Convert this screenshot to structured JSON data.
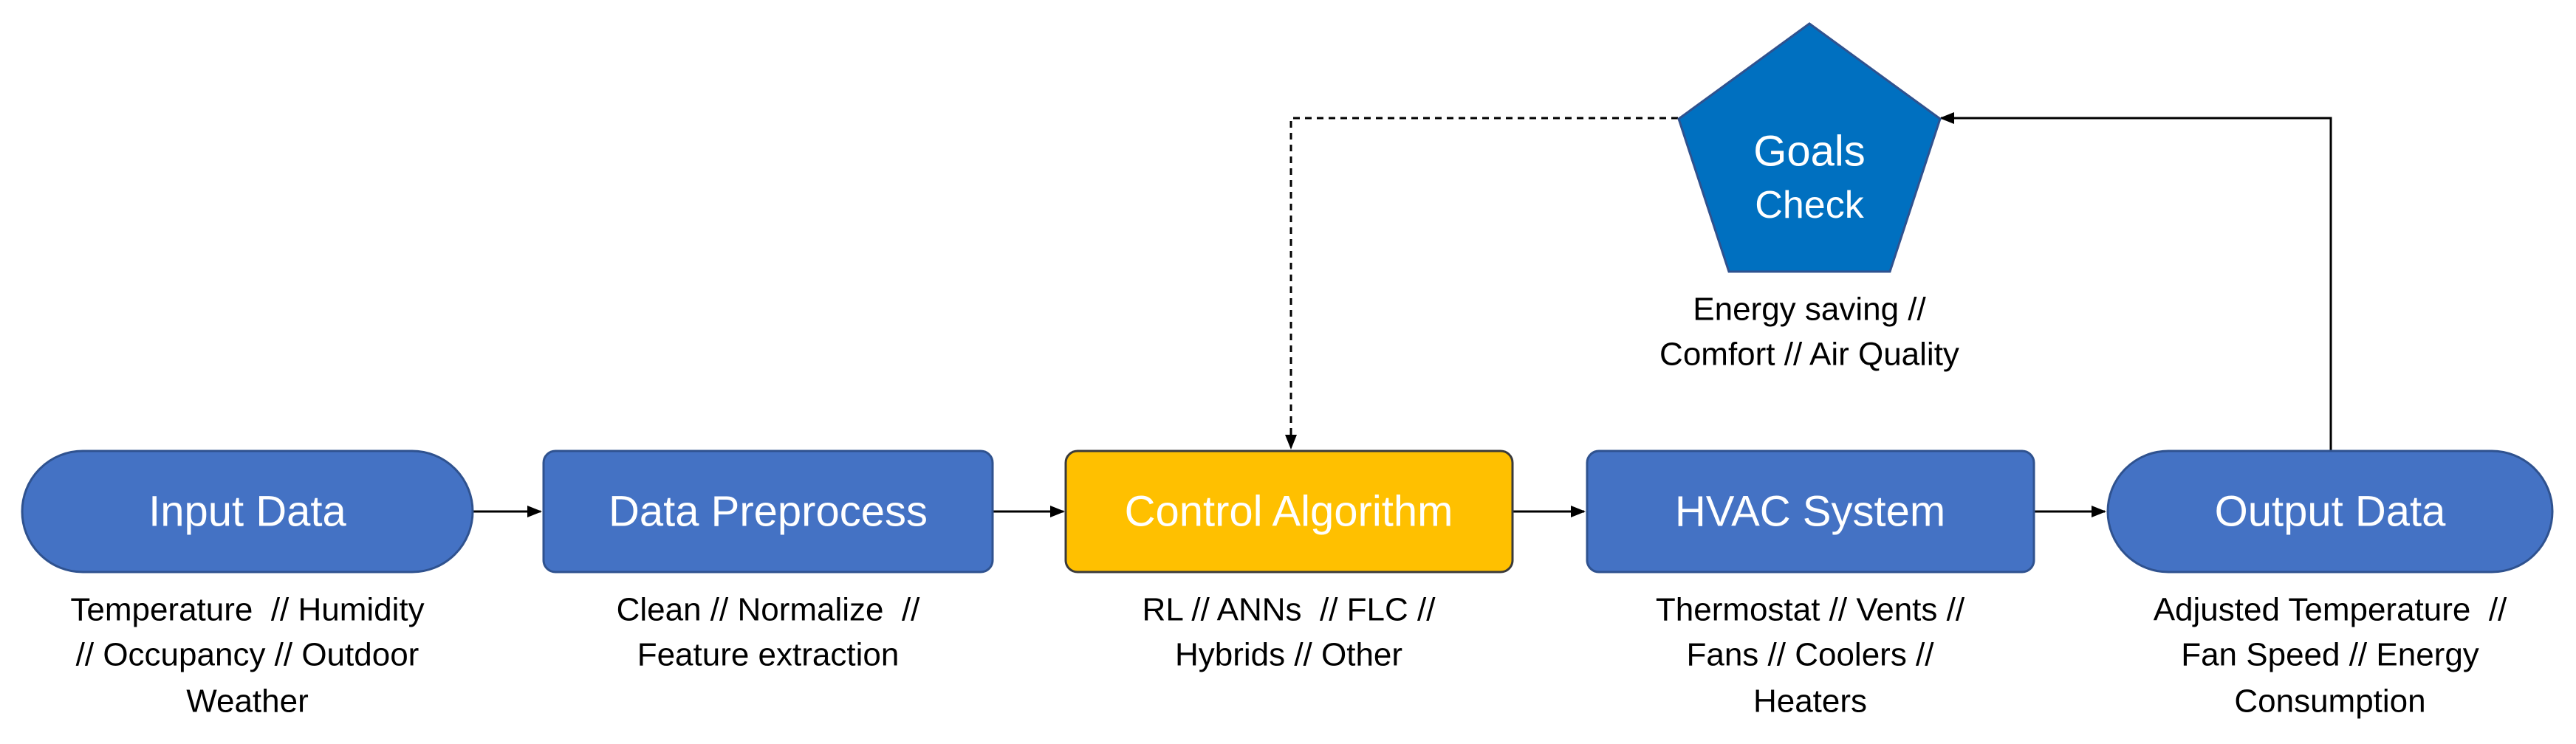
{
  "colors": {
    "node_fill": "#4472C4",
    "node_stroke": "#2F528F",
    "control_fill": "#FFC000",
    "control_stroke": "#BF9000",
    "goal_fill": "#0070C0",
    "goal_stroke": "#2F528F",
    "node_text": "#FFFFFF",
    "description_text": "#000000",
    "connector": "#000000"
  },
  "nodes": {
    "input_data": {
      "label": "Input Data",
      "shape": "rounded-pill",
      "description": [
        "Temperature  // Humidity",
        "// Occupancy // Outdoor",
        "Weather"
      ]
    },
    "data_preprocess": {
      "label": "Data Preprocess",
      "shape": "rectangle",
      "description": [
        "Clean // Normalize  //",
        "Feature extraction"
      ]
    },
    "control_algorithm": {
      "label": "Control Algorithm",
      "shape": "rectangle",
      "description": [
        "RL // ANNs  // FLC //",
        "Hybrids // Other"
      ]
    },
    "hvac_system": {
      "label": "HVAC System",
      "shape": "rectangle",
      "description": [
        "Thermostat // Vents //",
        "Fans // Coolers //",
        "Heaters"
      ]
    },
    "output_data": {
      "label": "Output Data",
      "shape": "rounded-pill",
      "description": [
        "Adjusted Temperature  //",
        "Fan Speed // Energy",
        "Consumption"
      ]
    },
    "goals_check": {
      "label_line1": "Goals",
      "label_line2": "Check",
      "shape": "pentagon",
      "description": [
        "Energy saving //",
        "Comfort // Air Quality"
      ]
    }
  },
  "connectors": [
    {
      "from": "input_data",
      "to": "data_preprocess",
      "style": "solid"
    },
    {
      "from": "data_preprocess",
      "to": "control_algorithm",
      "style": "solid"
    },
    {
      "from": "control_algorithm",
      "to": "hvac_system",
      "style": "solid"
    },
    {
      "from": "hvac_system",
      "to": "output_data",
      "style": "solid"
    },
    {
      "from": "output_data",
      "to": "goals_check",
      "style": "solid"
    },
    {
      "from": "goals_check",
      "to": "control_algorithm",
      "style": "dashed"
    }
  ]
}
